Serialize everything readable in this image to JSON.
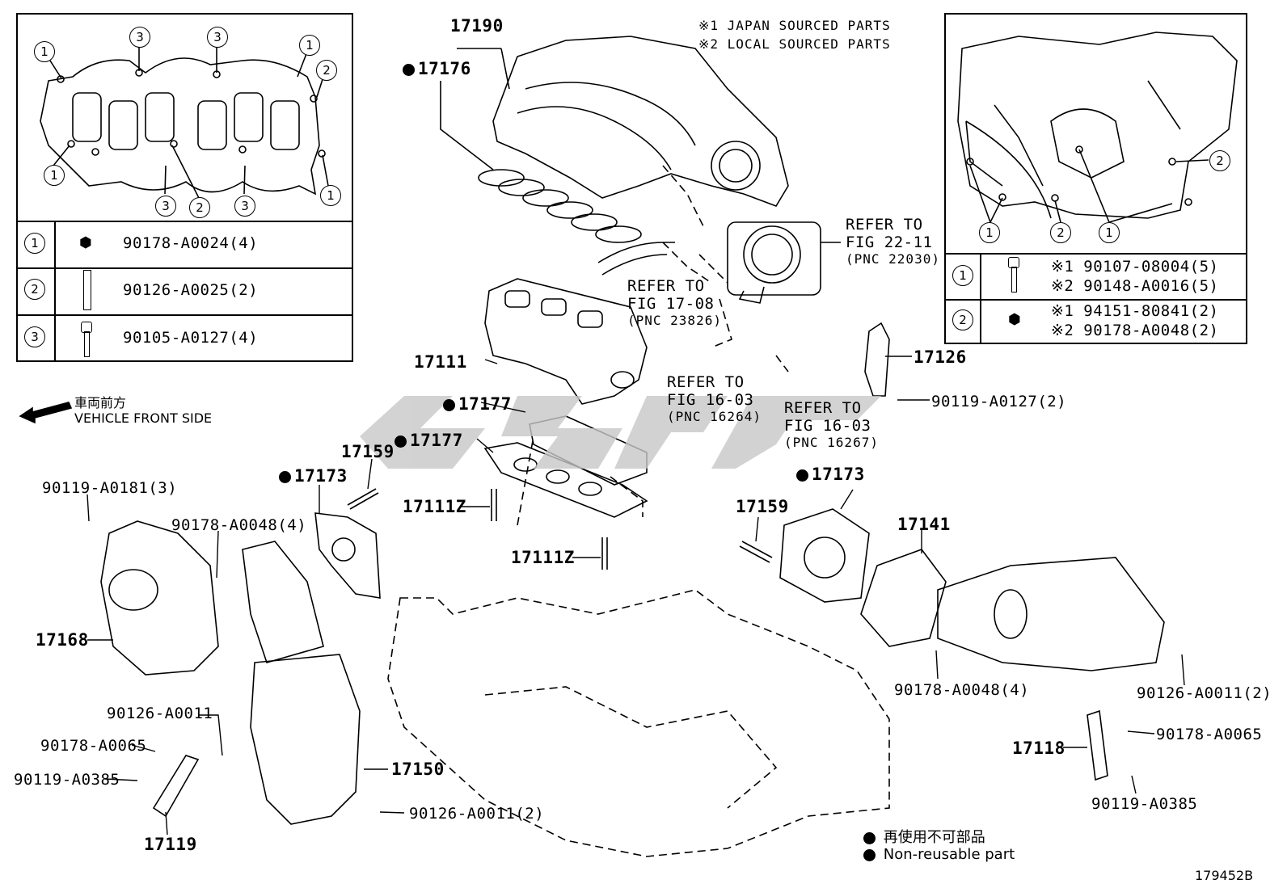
{
  "notes": {
    "japan": "※1 JAPAN SOURCED PARTS",
    "local": "※2 LOCAL SOURCED PARTS"
  },
  "direction": {
    "jp": "車両前方",
    "en": "VEHICLE FRONT SIDE"
  },
  "legend": {
    "jp": "再使用不可部品",
    "en": "Non-reusable part"
  },
  "figure_id": "179452B",
  "left_table": [
    {
      "key": "1",
      "part": "90178-A0024(4)"
    },
    {
      "key": "2",
      "part": "90126-A0025(2)"
    },
    {
      "key": "3",
      "part": "90105-A0127(4)"
    }
  ],
  "right_table": [
    {
      "key": "1",
      "parts": [
        "※1 90107-08004(5)",
        "※2 90148-A0016(5)"
      ]
    },
    {
      "key": "2",
      "parts": [
        "※1 94151-80841(2)",
        "※2 90178-A0048(2)"
      ]
    }
  ],
  "refs": {
    "r1": [
      "REFER TO",
      "FIG 22-11",
      "(PNC 22030)"
    ],
    "r2": [
      "REFER TO",
      "FIG 17-08",
      "(PNC 23826)"
    ],
    "r3": [
      "REFER TO",
      "FIG 16-03",
      "(PNC 16264)"
    ],
    "r4": [
      "REFER TO",
      "FIG 16-03",
      "(PNC 16267)"
    ]
  },
  "parts": {
    "p17190": "17190",
    "p17176": "17176",
    "p17111": "17111",
    "p17177a": "17177",
    "p17177b": "17177",
    "p17159a": "17159",
    "p17173a": "17173",
    "p17111za": "17111Z",
    "p17111zb": "17111Z",
    "p17126": "17126",
    "p90119_0127": "90119-A0127(2)",
    "p17173b": "17173",
    "p17159b": "17159",
    "p17141": "17141",
    "p90119_0181": "90119-A0181(3)",
    "p90178_0048_4a": "90178-A0048(4)",
    "p17168": "17168",
    "p90126_0011": "90126-A0011",
    "p90178_0065a": "90178-A0065",
    "p90119_0385a": "90119-A0385",
    "p17150": "17150",
    "p17119": "17119",
    "p90126_0011_2a": "90126-A0011(2)",
    "p90178_0048_4b": "90178-A0048(4)",
    "p90126_0011_2b": "90126-A0011(2)",
    "p17118": "17118",
    "p90178_0065b": "90178-A0065",
    "p90119_0385b": "90119-A0385"
  },
  "gasket_callouts": [
    "1",
    "3",
    "3",
    "1",
    "2",
    "1",
    "3",
    "2",
    "3",
    "1"
  ],
  "manifold_callouts": [
    "2",
    "1",
    "2",
    "1"
  ]
}
